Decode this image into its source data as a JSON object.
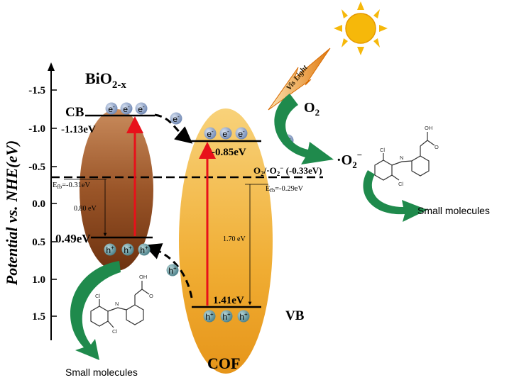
{
  "axis": {
    "label_potential": "Potential",
    "label_vs": "vs.",
    "label_nhe": "NHE(eV)",
    "ticks": [
      "-1.5",
      "-1.0",
      "-0.5",
      "0.0",
      "0.5",
      "1.0",
      "1.5"
    ]
  },
  "bio2": {
    "title_main": "BiO",
    "title_sub": "2-x",
    "cb_label": "CB",
    "cb_value": "-1.13eV",
    "vb_value": "0.49eV",
    "efb": "E",
    "efb_sub": "fb",
    "efb_value": "=-0.31eV",
    "gap": "0.80 eV",
    "color_top": "#c98b5c",
    "color_bottom": "#7a3b12"
  },
  "cof": {
    "title": "COF",
    "cb_value": "-0.85eV",
    "vb_value": "1.41eV",
    "vb_label": "VB",
    "efb": "E",
    "efb_sub": "fb",
    "efb_value": "=-0.29eV",
    "gap": "1.70 eV",
    "color_top": "#f6c86a",
    "color_bottom": "#e89a1c"
  },
  "redox": {
    "o2_o2minus": "O",
    "o2_sub": "2",
    "sep": "/·O",
    "sep_sub": "2",
    "minus": "−",
    "value": " (-0.33eV)"
  },
  "carriers": {
    "electron": "e",
    "electron_sup": "-",
    "hole": "h",
    "hole_sup": "+"
  },
  "light": {
    "label": "Vis Light"
  },
  "species": {
    "o2": "O",
    "o2_sub": "2",
    "superoxide": "·O",
    "superoxide_sub": "2",
    "superoxide_sup": "−"
  },
  "molecule": {
    "cl": "Cl",
    "oh": "OH",
    "o": "O",
    "nh": "N"
  },
  "products": {
    "right": "Small molecules",
    "left": "Small molecules"
  },
  "colors": {
    "arrow_red": "#e8101a",
    "arrow_green": "#1f8a4c",
    "carrier_fill": "#8fa6c9",
    "hole_fill": "#5a8f9a",
    "sun": "#f6b80a"
  }
}
